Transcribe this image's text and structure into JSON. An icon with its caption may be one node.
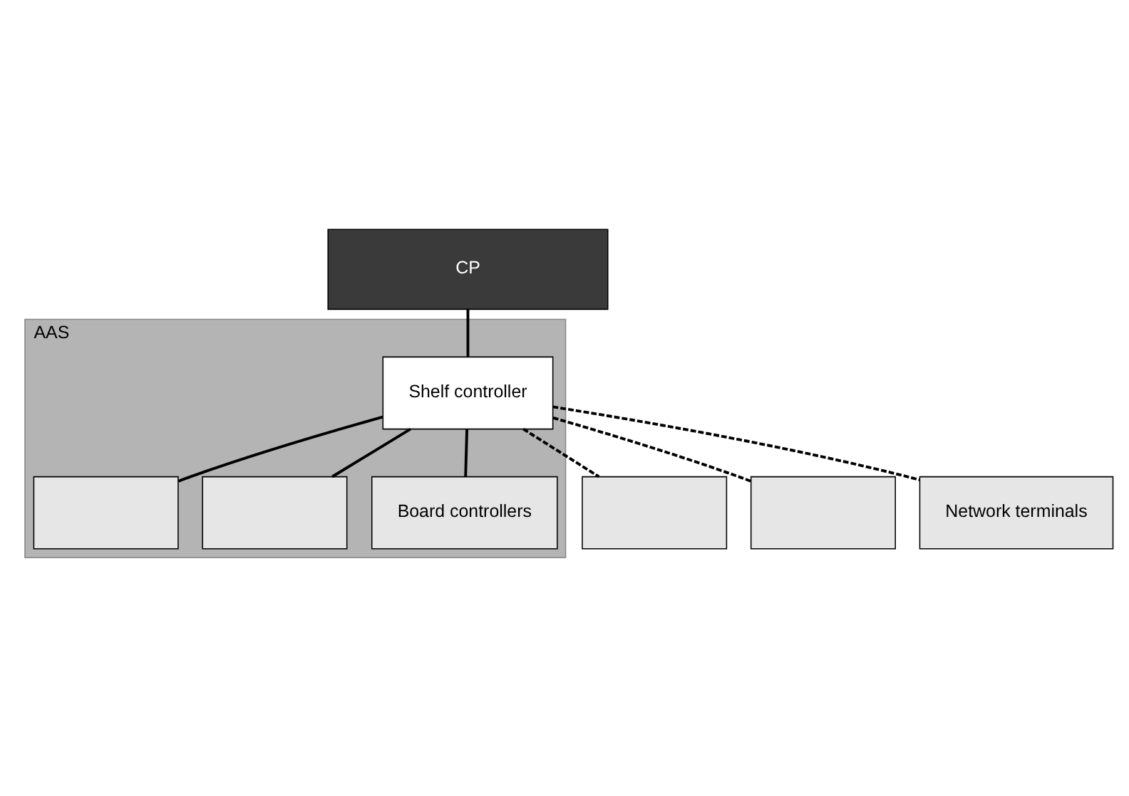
{
  "diagram": {
    "nodes": [
      {
        "text": [
          "CP"
        ]
      },
      {
        "text": [
          "AAS"
        ]
      },
      {
        "text": [
          "Shelf controller"
        ],
        "in": 1
      },
      {
        "text": [],
        "shape": "box",
        "in": 1
      },
      {
        "text": [],
        "shape": "box",
        "in": 1
      },
      {
        "text": [
          "Board controllers"
        ],
        "in": 1
      },
      {
        "text": [],
        "shape": "box"
      },
      {
        "text": [],
        "shape": "box"
      },
      {
        "text": [
          "Network terminals"
        ]
      }
    ],
    "edges": [
      {
        "from": 0,
        "to": 2,
        "arrow": "none"
      },
      {
        "from": 2,
        "to": 3,
        "arrow": "none"
      },
      {
        "from": 2,
        "to": 4,
        "arrow": "none"
      },
      {
        "from": 2,
        "to": 5,
        "arrow": "none"
      },
      {
        "from": 2,
        "to": 6,
        "arrow": "none",
        "style": "dashed"
      },
      {
        "from": 2,
        "to": 7,
        "arrow": "none",
        "style": "dashed"
      },
      {
        "from": 2,
        "to": 8,
        "arrow": "none",
        "style": "dashed"
      }
    ]
  }
}
